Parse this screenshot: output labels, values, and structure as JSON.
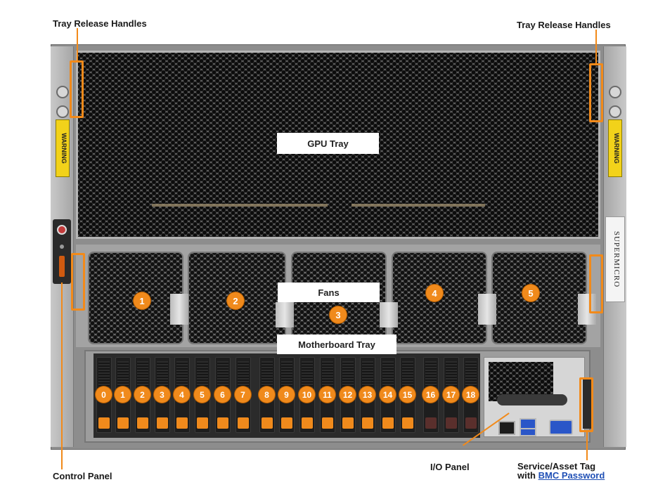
{
  "callouts": {
    "tray_release_left": "Tray Release Handles",
    "tray_release_right": "Tray Release Handles",
    "control_panel": "Control Panel",
    "io_panel": "I/O Panel",
    "service_tag_line1": "Service/Asset Tag",
    "service_tag_with": "with",
    "service_tag_link": "BMC Password"
  },
  "labels": {
    "gpu_tray": "GPU Tray",
    "fans": "Fans",
    "motherboard_tray": "Motherboard Tray"
  },
  "fans": [
    "1",
    "2",
    "3",
    "4",
    "5"
  ],
  "drive_bays": [
    "0",
    "1",
    "2",
    "3",
    "4",
    "5",
    "6",
    "7",
    "8",
    "9",
    "10",
    "11",
    "12",
    "13",
    "14",
    "15",
    "16",
    "17",
    "18"
  ],
  "side_labels": {
    "warning_left": "WARNING",
    "warning_right": "WARNING",
    "brand": "SUPERMICRO"
  },
  "colors": {
    "accent": "#f28a1a",
    "chassis": "#9a9a9a",
    "link": "#1f4fb5"
  }
}
